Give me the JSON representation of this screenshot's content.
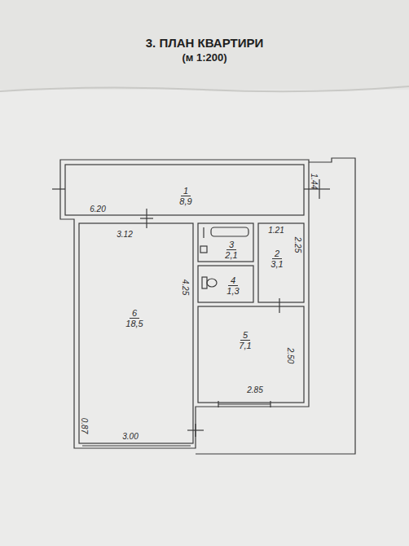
{
  "diagram": {
    "title": "3. ПЛАН КВАРТИРИ",
    "caption": "(м 1:200)",
    "nodes": [
      {
        "text": [
          "1",
          "8,9"
        ]
      },
      {
        "text": [
          "6",
          "18,5"
        ]
      },
      {
        "text": [
          "3",
          "2,1"
        ]
      },
      {
        "text": [
          "2",
          "3,1"
        ]
      },
      {
        "text": [
          "4",
          "1,3"
        ]
      },
      {
        "text": [
          "5",
          "7,1"
        ]
      }
    ],
    "labels": [
      "6.20",
      "1.44",
      "3.12",
      "1.21",
      "2.25",
      "4.25",
      "2.50",
      "2.85",
      "3.00",
      "0.87"
    ]
  }
}
